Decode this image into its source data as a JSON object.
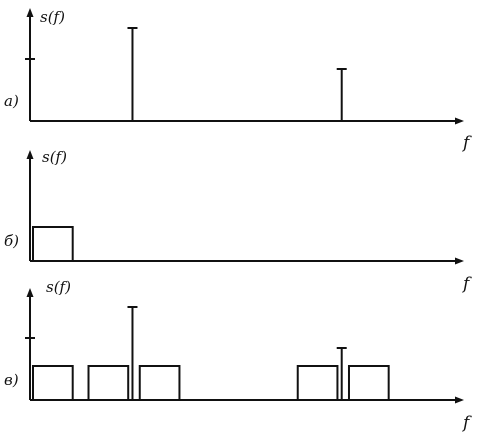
{
  "panels": [
    {
      "id": "a",
      "panel_label": "а)",
      "y_label": "s(f)",
      "x_label": "f",
      "lines": [
        {
          "f": 0,
          "h": 0.62
        },
        {
          "f": 0.24,
          "h": 0.93
        },
        {
          "f": 0.73,
          "h": 0.52
        }
      ],
      "boxes": []
    },
    {
      "id": "b",
      "panel_label": "б)",
      "y_label": "s(f)",
      "x_label": "f",
      "lines": [],
      "boxes": [
        {
          "f0": 0.0,
          "f1": 0.1,
          "h": 0.34
        }
      ]
    },
    {
      "id": "c",
      "panel_label": "в)",
      "y_label": "s(f)",
      "x_label": "f",
      "lines": [
        {
          "f": 0,
          "h": 0.62
        },
        {
          "f": 0.24,
          "h": 0.93
        },
        {
          "f": 0.73,
          "h": 0.52
        }
      ],
      "boxes": [
        {
          "f0": 0.0,
          "f1": 0.1,
          "h": 0.34
        },
        {
          "f0": 0.13,
          "f1": 0.23,
          "h": 0.34
        },
        {
          "f0": 0.25,
          "f1": 0.35,
          "h": 0.34
        },
        {
          "f0": 0.62,
          "f1": 0.72,
          "h": 0.34
        },
        {
          "f0": 0.74,
          "f1": 0.84,
          "h": 0.34
        }
      ]
    }
  ]
}
